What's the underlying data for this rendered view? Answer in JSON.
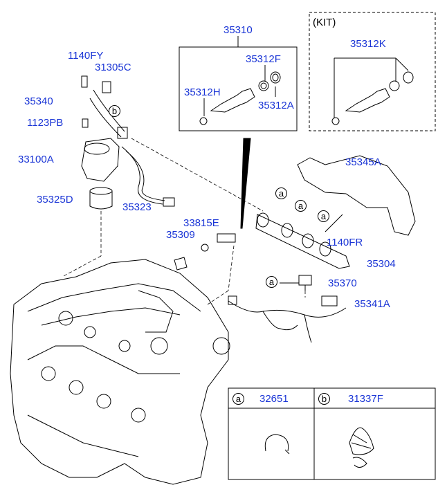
{
  "kit_label": "(KIT)",
  "parts": {
    "p35310": "35310",
    "p35312F": "35312F",
    "p35312H": "35312H",
    "p35312A": "35312A",
    "p35312K": "35312K",
    "p1140FY": "1140FY",
    "p31305C": "31305C",
    "p35340": "35340",
    "p1123PB": "1123PB",
    "p33100A": "33100A",
    "p35325D": "35325D",
    "p35323": "35323",
    "p35345A": "35345A",
    "p33815E": "33815E",
    "p35309": "35309",
    "p1140FR": "1140FR",
    "p35304": "35304",
    "p35370": "35370",
    "p35341A": "35341A"
  },
  "callouts": {
    "a": "a",
    "b": "b"
  },
  "legend": {
    "a_letter": "a",
    "a_part": "32651",
    "b_letter": "b",
    "b_part": "31337F"
  }
}
